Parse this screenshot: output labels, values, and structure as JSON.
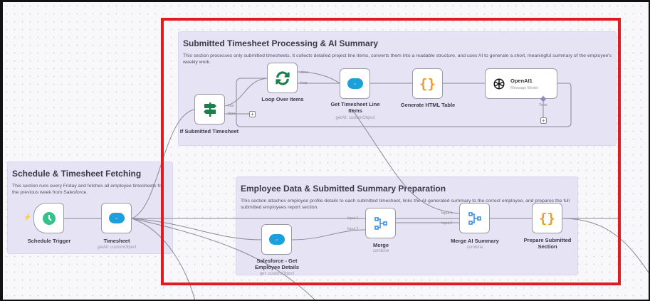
{
  "stickies": {
    "processing": {
      "title": "Submitted Timesheet Processing & AI Summary",
      "text": "This section processes only submitted timesheets. It collects detailed project line items, converts them into a readable structure, and uses AI to generate a short, meaningful summary of the employee's weekly work."
    },
    "schedule": {
      "title": "Schedule & Timesheet Fetching",
      "text": "This section runs every Friday and fetches all employee timesheets for the previous week from Salesforce."
    },
    "employee": {
      "title": "Employee Data & Submitted Summary Preparation",
      "text": "This section attaches employee profile details to each submitted timesheet, links the AI-generated summary to the correct employee, and prepares the full submitted employees report section."
    }
  },
  "nodes": {
    "if": {
      "label": "If Submitted Timesheet",
      "true": "true",
      "false": "false"
    },
    "loop": {
      "label": "Loop Over Items",
      "done": "done",
      "loop": "loop"
    },
    "lineItems": {
      "label": "Get Timesheet Line Items",
      "sub": "getAll: customObject"
    },
    "html": {
      "label": "Generate HTML Table"
    },
    "openai": {
      "label": "OpenAI1",
      "sub": "Message Model",
      "tools": "Tools"
    },
    "trigger": {
      "label": "Schedule Trigger"
    },
    "timesheet": {
      "label": "Timesheet",
      "sub": "getAll: customObject"
    },
    "employee": {
      "label": "Salesforce - Get Employee Details",
      "sub": "get: customObject"
    },
    "merge": {
      "label": "Merge",
      "sub": "combine",
      "in1": "Input 1",
      "in2": "Input 2"
    },
    "mergeAi": {
      "label": "Merge AI Summary",
      "sub": "combine",
      "in1": "Input 1",
      "in2": "Input 2"
    },
    "prepare": {
      "label": "Prepare Submitted Section"
    }
  },
  "colors": {
    "highlight": "#e01b22",
    "sticky": "#e6e3f4",
    "salesforce": "#1ba0db",
    "code": "#f59b23",
    "if": "#1a7f4b",
    "trigger": "#35c28a"
  }
}
